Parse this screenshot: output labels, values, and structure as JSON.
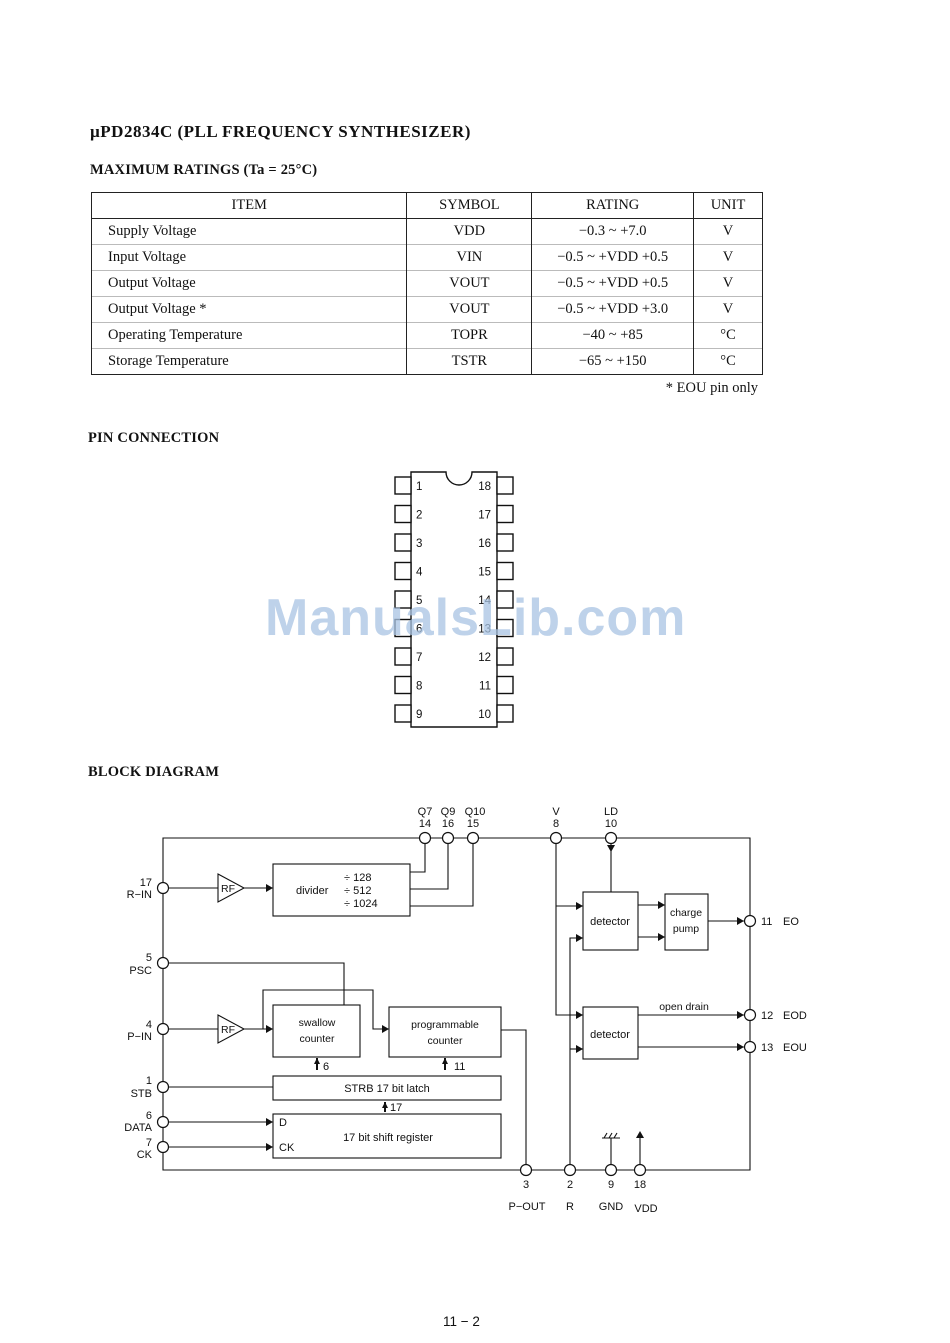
{
  "page_title": "µPD2834C (PLL FREQUENCY SYNTHESIZER)",
  "ratings": {
    "heading": "MAXIMUM RATINGS (Ta = 25°C)",
    "columns": [
      "ITEM",
      "SYMBOL",
      "RATING",
      "UNIT"
    ],
    "rows": [
      {
        "item": "Supply Voltage",
        "symbol": "VDD",
        "rating": "−0.3 ~ +7.0",
        "unit": "V"
      },
      {
        "item": "Input Voltage",
        "symbol": "VIN",
        "rating": "−0.5 ~ +VDD +0.5",
        "unit": "V"
      },
      {
        "item": "Output Voltage",
        "symbol": "VOUT",
        "rating": "−0.5 ~ +VDD +0.5",
        "unit": "V"
      },
      {
        "item": "Output Voltage *",
        "symbol": "VOUT",
        "rating": "−0.5 ~ +VDD +3.0",
        "unit": "V"
      },
      {
        "item": "Operating Temperature",
        "symbol": "TOPR",
        "rating": "−40 ~ +85",
        "unit": "°C"
      },
      {
        "item": "Storage Temperature",
        "symbol": "TSTR",
        "rating": "−65 ~ +150",
        "unit": "°C"
      }
    ],
    "footnote": "* EOU pin only"
  },
  "pin_connection": {
    "heading": "PIN CONNECTION",
    "left_pins": [
      "1",
      "2",
      "3",
      "4",
      "5",
      "6",
      "7",
      "8",
      "9"
    ],
    "right_pins": [
      "18",
      "17",
      "16",
      "15",
      "14",
      "13",
      "12",
      "11",
      "10"
    ]
  },
  "block_diagram": {
    "heading": "BLOCK DIAGRAM",
    "inputs": [
      {
        "num": "17",
        "name": "R−IN"
      },
      {
        "num": "5",
        "name": "PSC"
      },
      {
        "num": "4",
        "name": "P−IN"
      },
      {
        "num": "1",
        "name": "STB"
      },
      {
        "num": "6",
        "name": "DATA"
      },
      {
        "num": "7",
        "name": "CK"
      }
    ],
    "top_pins": [
      {
        "name": "Q7",
        "num": "14"
      },
      {
        "name": "Q9",
        "num": "16"
      },
      {
        "name": "Q10",
        "num": "15"
      },
      {
        "name": "V",
        "num": "8"
      },
      {
        "name": "LD",
        "num": "10"
      }
    ],
    "outputs": [
      {
        "num": "11",
        "name": "EO"
      },
      {
        "num": "12",
        "name": "EOD"
      },
      {
        "num": "13",
        "name": "EOU"
      }
    ],
    "bottom_pins": [
      {
        "num": "3",
        "name": "P−OUT"
      },
      {
        "num": "2",
        "name": "R"
      },
      {
        "num": "9",
        "name": "GND"
      },
      {
        "num": "18",
        "name": "VDD"
      }
    ],
    "divider": {
      "label": "divider",
      "ratios": [
        "÷ 128",
        "÷ 512",
        "÷ 1024"
      ]
    },
    "amp_label": "RF",
    "swallow": [
      "swallow",
      "counter"
    ],
    "programmable": [
      "programmable",
      "counter"
    ],
    "latch": "STRB 17 bit latch",
    "shift": "17 bit shift register",
    "shift_d": "D",
    "shift_ck": "CK",
    "detector": "detector",
    "charge_pump": [
      "charge",
      "pump"
    ],
    "open_drain": "open drain",
    "bus": {
      "swallow": "6",
      "programmable": "11",
      "latch": "17"
    }
  },
  "watermark": "ManualsLib.com",
  "page_number": "11 − 2"
}
